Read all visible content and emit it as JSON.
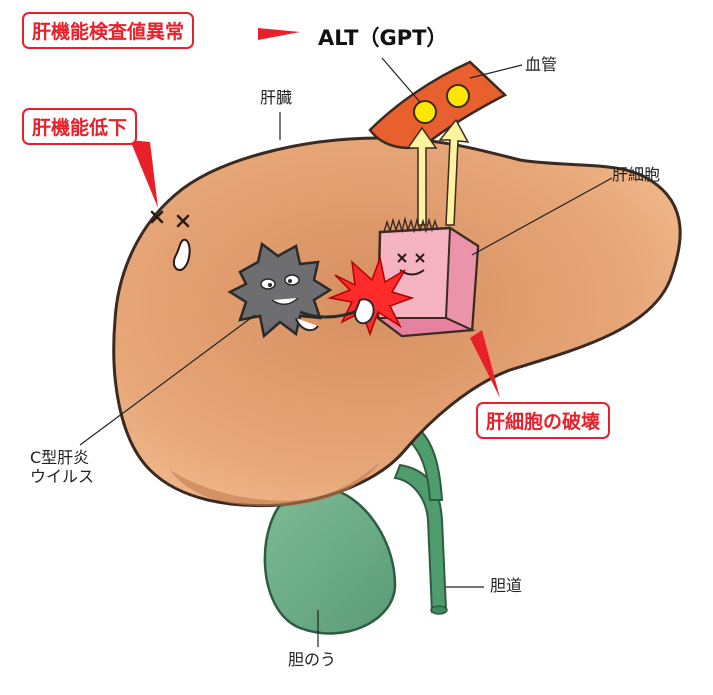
{
  "callouts": {
    "liver_test_abnormal": "肝機能検査値異常",
    "liver_function_decline": "肝機能低下",
    "hepatocyte_destruction": "肝細胞の破壊"
  },
  "enzyme": {
    "name": "ALT",
    "alias": "（GPT）"
  },
  "labels": {
    "blood_vessel": "血管",
    "liver": "肝臓",
    "hepatocyte": "肝細胞",
    "virus_line1": "C型肝炎",
    "virus_line2": "ウイルス",
    "bile_duct": "胆道",
    "gallbladder": "胆のう"
  },
  "colors": {
    "liver": "#e8a77a",
    "liver_outline": "#3a2a22",
    "callout_red": "#e8202a",
    "vessel": "#e8602e",
    "enzyme_dot": "#ffe600",
    "gallbladder": "#6aae86",
    "hepatocyte": "#f6b3c2",
    "virus": "#6e6e70"
  },
  "icons": [
    "liver-illustration",
    "blood-vessel-icon",
    "enzyme-dot-icon",
    "release-arrow-icon",
    "hepatocyte-icon",
    "hepatitis-c-virus-icon",
    "impact-burst-icon",
    "gallbladder-icon",
    "bile-duct-icon"
  ]
}
